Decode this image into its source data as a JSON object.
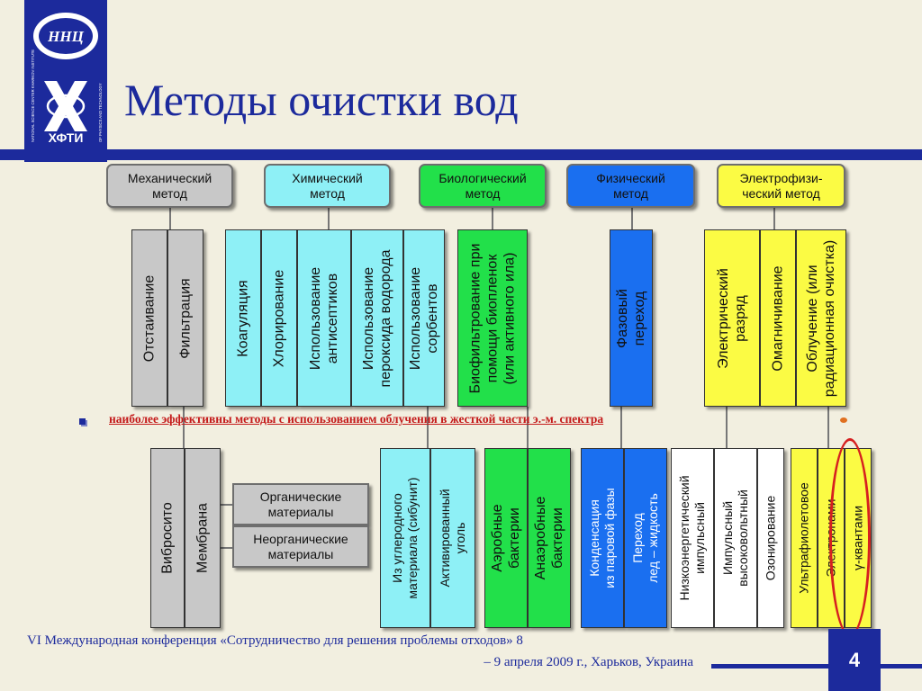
{
  "header": {
    "title": "Методы очистки вод",
    "logo_text": "ХФТИ",
    "logo_top_text": "ННЦ",
    "logo_side_text_left": "NATIONAL SCIENCE CENTER KHARKOV INSTITUTE",
    "logo_side_text_right": "OF PHYSICS AND TECHNOLOGY"
  },
  "colors": {
    "brand_blue": "#1c2a9c",
    "mechanical": "#c8c8c8",
    "chemical": "#8ef0f6",
    "biological": "#22e04a",
    "physical": "#1a6ff0",
    "electrophysical": "#fbfb44",
    "accent_red": "#c41a1a"
  },
  "categories": [
    {
      "label": "Механический\nметод"
    },
    {
      "label": "Химический\nметод"
    },
    {
      "label": "Биологический\nметод"
    },
    {
      "label": "Физический\nметод"
    },
    {
      "label": "Электрофизи-\nческий метод"
    }
  ],
  "top_methods": [
    "Отстаивание",
    "Фильтрация",
    "Коагуляция",
    "Хлорирование",
    "Использование\nантисептиков",
    "Использование\nпероксида водорода",
    "Использование\nсорбентов",
    "Биофильтрование при\nпомощи биопленок\n(или активного ила)",
    "Фазовый\nпереход",
    "Электрический\nразряд",
    "Омагничивание",
    "Облучение (или\nрадиационная очистка)"
  ],
  "bottom_methods": [
    "Вибросито",
    "Мембрана",
    "Из углеродного\nматериала (сибунит)",
    "Активированный\nуголь",
    "Аэробные\nбактерии",
    "Анаэробные\nбактерии",
    "Конденсация\nиз паровой фазы",
    "Переход\nлед – жидкость",
    "Низкоэнергетический\nимпульсный",
    "Импульсный\nвысоковольтный",
    "Озонирование",
    "Ультрафиолетовое",
    "Электронами",
    "γ-квантами"
  ],
  "membrane_materials": [
    "Органические\nматериалы",
    "Неорганические\nматериалы"
  ],
  "bullet": {
    "text": "наиболее эффективны методы с использованием облучения в жесткой части э.-м. спектра"
  },
  "footer": {
    "line1": "VI Международная конференция «Сотрудничество для решения проблемы отходов» 8",
    "line2": "– 9 апреля 2009 г., Харьков, Украина",
    "page_number": "4"
  }
}
